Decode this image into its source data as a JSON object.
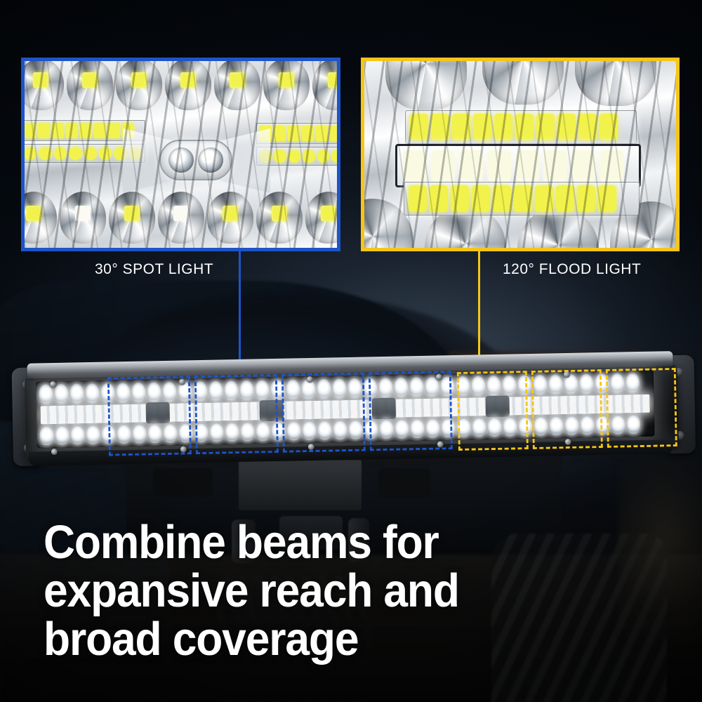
{
  "background": {
    "scene_description": "night-time off-road truck with bumper, winch and tyres on dirt terrain",
    "sky_color": "#060b12",
    "ground_color": "#0e0d0c"
  },
  "panels": [
    {
      "id": "spot",
      "border_color": "#1e54c8",
      "label": "30° SPOT LIGHT",
      "content": "chrome reflector cups with yellow LED chips and twin centre LED pod"
    },
    {
      "id": "flood",
      "border_color": "#f5c518",
      "label": "120° FLOOD LIGHT",
      "content": "triple row of yellow LED chips in chrome housing"
    }
  ],
  "connectors": [
    {
      "id": "spot-connector",
      "color": "#1e54c8"
    },
    {
      "id": "flood-connector",
      "color": "#f5c518"
    }
  ],
  "product": {
    "name": "dual-row LED light bar",
    "spot_zone_color": "#1e54c8",
    "flood_zone_color": "#f5c518"
  },
  "headline": {
    "line1": "Combine beams for",
    "line2": "expansive reach and",
    "line3": "broad coverage",
    "color": "#ffffff"
  }
}
